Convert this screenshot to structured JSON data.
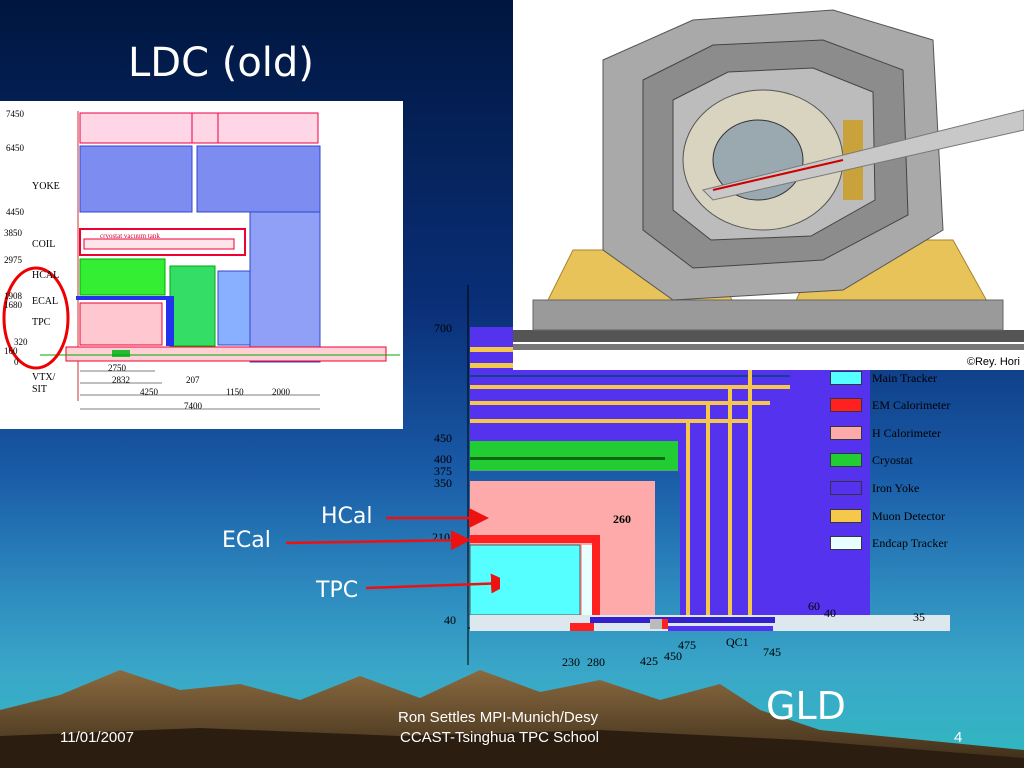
{
  "slide": {
    "title": "LDC (old)",
    "subtitle_right": "GLD",
    "footer": {
      "date": "11/01/2007",
      "author_line1": "Ron Settles  MPI-Munich/Desy",
      "author_line2": "CCAST-Tsinghua TPC School",
      "page_number": "4"
    }
  },
  "arrows": {
    "hcal": "HCal",
    "ecal": "ECal",
    "tpc": "TPC"
  },
  "photo": {
    "credit": "©Rey. Hori"
  },
  "ldc_diagram": {
    "y_labels": [
      "7450",
      "6450",
      "4450",
      "3850",
      "2975",
      "1908",
      "1680",
      "320",
      "160",
      "0"
    ],
    "region_labels": [
      "YOKE",
      "COIL",
      "HCAL",
      "ECAL",
      "TPC",
      "VTX/",
      "SIT"
    ],
    "dimensions": [
      "2750",
      "2832",
      "207",
      "4250",
      "1150",
      "2000",
      "7400"
    ],
    "cryostat_text": "cryostat vacuum tank"
  },
  "gld_diagram": {
    "y_labels": [
      "700",
      "450",
      "400",
      "375",
      "350",
      "210",
      "40"
    ],
    "inner_labels": [
      "260",
      "60",
      "40",
      "35"
    ],
    "x_labels": [
      "230",
      "280",
      "425",
      "450",
      "475",
      "745"
    ],
    "qc1": "QC1",
    "legend": [
      {
        "label": "Main Tracker",
        "color": "#55ffff"
      },
      {
        "label": "EM Calorimeter",
        "color": "#ff2020"
      },
      {
        "label": "H Calorimeter",
        "color": "#ffaaaa"
      },
      {
        "label": "Cryostat",
        "color": "#22cc33"
      },
      {
        "label": "Iron Yoke",
        "color": "#5533ee"
      },
      {
        "label": "Muon Detector",
        "color": "#f5c74a"
      },
      {
        "label": "Endcap Tracker",
        "color": "#e8ffff"
      }
    ]
  }
}
